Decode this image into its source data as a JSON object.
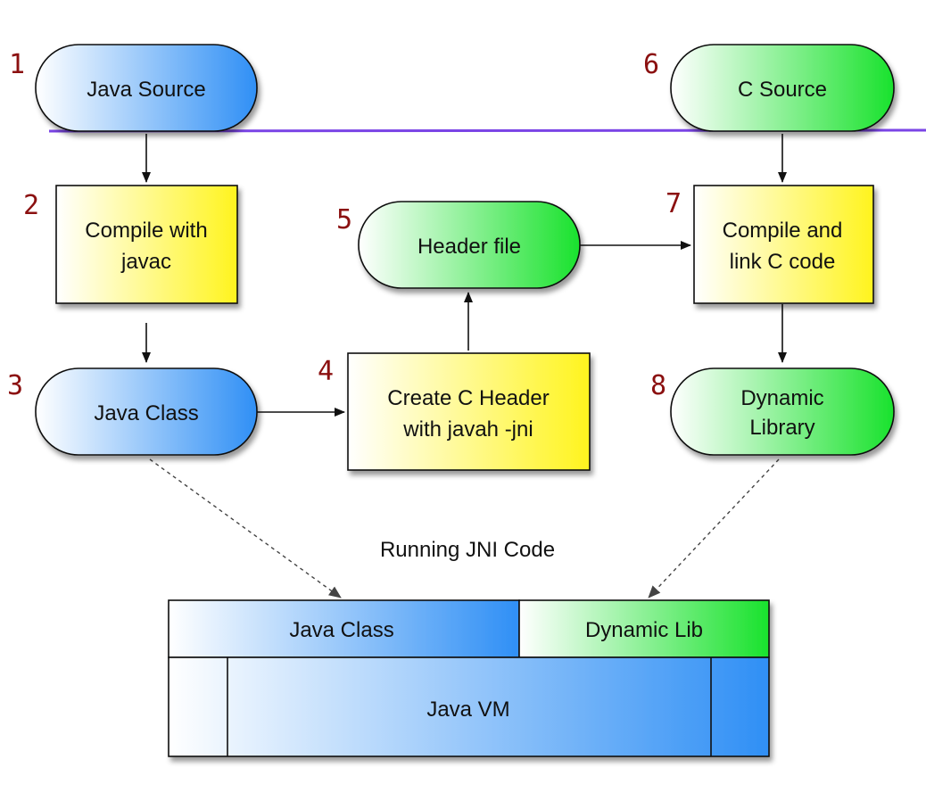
{
  "nodes": {
    "java_source": "Java Source",
    "c_source": "C Source",
    "compile_javac": [
      "Compile with",
      "javac"
    ],
    "header_file": "Header file",
    "compile_c": [
      "Compile and",
      "link C code"
    ],
    "java_class": "Java Class",
    "create_header": [
      "Create C Header",
      "with javah -jni"
    ],
    "dynamic_library": [
      "Dynamic",
      "Library"
    ]
  },
  "step_numbers": [
    "1",
    "2",
    "3",
    "4",
    "5",
    "6",
    "7",
    "8"
  ],
  "runtime": {
    "caption": "Running JNI Code",
    "java_class": "Java Class",
    "dynamic_lib": "Dynamic Lib",
    "java_vm": "Java VM"
  },
  "colors": {
    "blue_end": "#2f8ff5",
    "green_end": "#19e22d",
    "yellow_end": "#fff41e",
    "step_number": "#8b1010"
  }
}
